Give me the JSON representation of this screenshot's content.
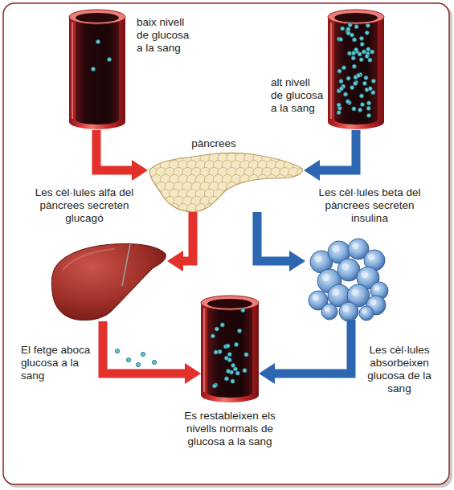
{
  "diagram": {
    "nodes": [
      {
        "text": [
          "baix nivell de glucosa a la sang"
        ]
      },
      {
        "text": [
          "alt nivell de glucosa a la sang"
        ]
      },
      {
        "text": [
          "pàncrees"
        ]
      },
      {
        "text": [
          "El fetge aboca glucosa a la sang"
        ]
      },
      {
        "text": [
          "Les cèl·lules absorbeixen glucosa de la sang"
        ]
      },
      {
        "text": [
          "Es restableixen els nivells normals de glucosa a la sang"
        ]
      }
    ],
    "edges": [
      {
        "from": 0,
        "to": 2,
        "arrow": "to"
      },
      {
        "from": 1,
        "to": 2,
        "arrow": "to"
      },
      {
        "from": 2,
        "to": 3,
        "label": "Les cèl·lules alfa del pàncrees secreten glucagó",
        "arrow": "to"
      },
      {
        "from": 2,
        "to": 4,
        "label": "Les cèl·lules beta del pàncrees secreten insulina",
        "arrow": "to"
      },
      {
        "from": 3,
        "to": 5,
        "arrow": "to"
      },
      {
        "from": 4,
        "to": 5,
        "arrow": "to"
      }
    ]
  }
}
